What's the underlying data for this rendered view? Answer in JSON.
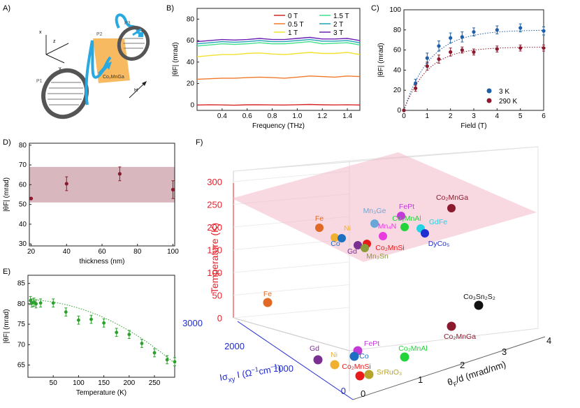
{
  "panel_labels": {
    "A": "A)",
    "B": "B)",
    "C": "C)",
    "D": "D)",
    "E": "E)",
    "F": "F)"
  },
  "schematic": {
    "axis_x": "x",
    "axis_y": "y",
    "axis_z": "z",
    "p1": "P1",
    "p2": "P2",
    "p3": "P3",
    "sample": "Co₂MnGa",
    "field": "H",
    "colors": {
      "beam": "#29a9e0",
      "sample": "#f7b24f",
      "polarizer": "#555555"
    }
  },
  "colors": {
    "red_axis": "#e8202a",
    "blue_axis": "#1f2bd0",
    "plane": "#f3b9cb",
    "d_band": "#d1aab3",
    "e_series": "#2ca02c",
    "c_3k": "#1f5fa8",
    "c_290k": "#8b1a2e"
  },
  "chart_data": [
    {
      "id": "B",
      "type": "line",
      "xlabel": "Frequency (THz)",
      "ylabel": "|θF| (mrad)",
      "xlim": [
        0.2,
        1.5
      ],
      "ylim": [
        -5,
        90
      ],
      "xticks": [
        0.4,
        0.6,
        0.8,
        1.0,
        1.2,
        1.4
      ],
      "yticks": [
        0,
        20,
        40,
        60,
        80
      ],
      "legend_position": "top",
      "x": [
        0.2,
        0.3,
        0.4,
        0.5,
        0.6,
        0.7,
        0.8,
        0.9,
        1.0,
        1.1,
        1.2,
        1.3,
        1.4,
        1.5
      ],
      "series": [
        {
          "name": "0 T",
          "color": "#d62728",
          "values": [
            0,
            0.3,
            0.1,
            -0.2,
            0.2,
            0.3,
            0.1,
            0,
            0.3,
            0.5,
            0.2,
            0.1,
            0.3,
            0
          ]
        },
        {
          "name": "0.5 T",
          "color": "#f07a2a",
          "values": [
            24,
            24.5,
            25,
            25,
            25.5,
            26,
            25.5,
            25,
            26,
            27,
            26.5,
            26,
            27,
            26.5
          ]
        },
        {
          "name": "1 T",
          "color": "#f2e230",
          "values": [
            45,
            46,
            47,
            47,
            48,
            48.5,
            47.5,
            47,
            48,
            49,
            48,
            48,
            49,
            47
          ]
        },
        {
          "name": "1.5 T",
          "color": "#3fe08a",
          "values": [
            55,
            56,
            57,
            56.5,
            57,
            58,
            57,
            57,
            58,
            59,
            57,
            57.5,
            58,
            56
          ]
        },
        {
          "name": "2 T",
          "color": "#1fa3b5",
          "values": [
            57,
            58,
            59,
            58.5,
            59,
            60,
            59,
            59,
            60,
            61,
            59.5,
            59.5,
            60,
            58
          ]
        },
        {
          "name": "3 T",
          "color": "#6a1fb5",
          "values": [
            59,
            60,
            61,
            60.5,
            61,
            62,
            61,
            61,
            62,
            63,
            61.5,
            61.5,
            62,
            60
          ]
        }
      ]
    },
    {
      "id": "C",
      "type": "scatter",
      "xlabel": "Field (T)",
      "ylabel": "|θF| (mrad)",
      "xlim": [
        0,
        6
      ],
      "ylim": [
        0,
        100
      ],
      "xticks": [
        0,
        1,
        2,
        3,
        4,
        5,
        6
      ],
      "yticks": [
        0,
        20,
        40,
        60,
        80,
        100
      ],
      "legend_position": "bottom-right",
      "fit": "dotted saturation curve",
      "series": [
        {
          "name": "3 K",
          "color": "#1f5fa8",
          "x": [
            0,
            0.5,
            1,
            1.5,
            2,
            2.5,
            3,
            4,
            5,
            6
          ],
          "values": [
            0,
            27,
            52,
            64,
            72,
            73,
            78,
            80,
            82,
            79
          ],
          "err": [
            0,
            4,
            5,
            5,
            5,
            5,
            4,
            4,
            4,
            4
          ]
        },
        {
          "name": "290 K",
          "color": "#8b1a2e",
          "x": [
            0,
            0.5,
            1,
            1.5,
            2,
            2.5,
            3,
            4,
            5,
            6
          ],
          "values": [
            0,
            22,
            44,
            51,
            58,
            60,
            58,
            61,
            62,
            62
          ],
          "err": [
            0,
            3,
            4,
            4,
            4,
            3,
            3,
            3,
            3,
            3
          ]
        }
      ]
    },
    {
      "id": "D",
      "type": "scatter",
      "xlabel": "thickness (nm)",
      "ylabel": "|θF| (mrad)",
      "xlim": [
        19,
        101
      ],
      "ylim": [
        29,
        81
      ],
      "xticks": [
        20,
        40,
        60,
        80,
        100
      ],
      "yticks": [
        30,
        40,
        50,
        60,
        70,
        80
      ],
      "band": [
        51,
        69
      ],
      "color": "#8b1a2e",
      "x": [
        20,
        40,
        70,
        100
      ],
      "values": [
        53,
        60.5,
        65.5,
        57.5
      ],
      "err": [
        0.5,
        3.5,
        3.5,
        4.5
      ]
    },
    {
      "id": "E",
      "type": "scatter",
      "xlabel": "Temperature (K)",
      "ylabel": "|θF| (mrad)",
      "xlim": [
        0,
        290
      ],
      "ylim": [
        62,
        87
      ],
      "xticks": [
        50,
        100,
        150,
        200,
        250
      ],
      "yticks": [
        65,
        70,
        75,
        80,
        85
      ],
      "color": "#2ca02c",
      "fit": "dotted trend line",
      "x": [
        5,
        8,
        12,
        16,
        25,
        50,
        75,
        100,
        125,
        150,
        175,
        200,
        225,
        250,
        275,
        290
      ],
      "values": [
        80.8,
        80.2,
        80.4,
        80,
        80.2,
        80.2,
        78,
        76,
        76.2,
        75.3,
        73,
        72.5,
        70.3,
        68,
        66.3,
        65.8
      ],
      "err": [
        1,
        1,
        1,
        1,
        1,
        1,
        1,
        1,
        1,
        1,
        1,
        1,
        1,
        1,
        1,
        1
      ]
    },
    {
      "id": "F",
      "type": "scatter",
      "axes_3d": true,
      "xlabel": "θF/d (mrad/nm)",
      "ylabel": "|σxy| (Ω⁻¹cm⁻¹)",
      "zlabel": "Temperature (K)",
      "z_ticks": [
        0,
        50,
        100,
        150,
        200,
        250,
        300
      ],
      "x_ticks": [
        1,
        2,
        3,
        4
      ],
      "y_ticks": [
        0,
        1000,
        2000,
        3000
      ],
      "labels": {
        "z_label": "Temperature (K)",
        "x_label_main": "θ",
        "x_label_sub": "F",
        "x_label_tail": "/d (mrad/nm)",
        "y_label_main": "Iσ",
        "y_label_sub": "xy",
        "y_label_tail": " I (Ω",
        "y_label_sup": "−1",
        "y_label_end": "cm",
        "z_ticks": [
          "0",
          "50",
          "100",
          "150",
          "200",
          "250",
          "300"
        ],
        "x_ticks": [
          "1",
          "2",
          "3",
          "4"
        ],
        "y_ticks": [
          "0",
          "1000",
          "2000",
          "3000"
        ],
        "x_zero": "0"
      },
      "points": [
        {
          "name": "Co2MnGa",
          "label": "Co₂MnGa",
          "color": "#8b1a2e",
          "layer": "upper"
        },
        {
          "name": "Mn3Ge",
          "label": "Mn₃Ge",
          "color": "#6aa7d8",
          "layer": "upper"
        },
        {
          "name": "FePt",
          "label": "FePt",
          "color": "#c23bd6",
          "layer": "upper"
        },
        {
          "name": "Co2MnAl",
          "label": "Co₂MnAl",
          "color": "#22d43a",
          "layer": "upper"
        },
        {
          "name": "GdFe",
          "label": "GdFe",
          "color": "#22d3e6",
          "layer": "upper"
        },
        {
          "name": "DyCo5",
          "label": "DyCo₅",
          "color": "#2030d0",
          "layer": "upper"
        },
        {
          "name": "Mn4N",
          "label": "Mn₄N",
          "color": "#e93ae0",
          "layer": "upper"
        },
        {
          "name": "Fe",
          "label": "Fe",
          "color": "#e06a25",
          "layer": "upper"
        },
        {
          "name": "Ni",
          "label": "Ni",
          "color": "#f0b030",
          "layer": "upper"
        },
        {
          "name": "Co",
          "label": "Co",
          "color": "#1d6fc2",
          "layer": "upper"
        },
        {
          "name": "Gd",
          "label": "Gd",
          "color": "#7a2f93",
          "layer": "upper"
        },
        {
          "name": "Co2MnSi",
          "label": "Co₂MnSi",
          "color": "#e81a1a",
          "layer": "upper"
        },
        {
          "name": "Mn3Sn",
          "label": "Mn₃Sn",
          "color": "#8a9a3a",
          "layer": "upper"
        },
        {
          "name": "Fe-low",
          "label": "Fe",
          "color": "#e06a25",
          "layer": "lower"
        },
        {
          "name": "Co3Sn2S2",
          "label": "Co₃Sn₂S₂",
          "color": "#111111",
          "layer": "lower"
        },
        {
          "name": "Co2MnGa-low",
          "label": "Co₂MnGa",
          "color": "#8b1a2e",
          "layer": "lower"
        },
        {
          "name": "Gd-floor",
          "label": "Gd",
          "color": "#7a2f93",
          "layer": "floor"
        },
        {
          "name": "Ni-floor",
          "label": "Ni",
          "color": "#f0b030",
          "layer": "floor"
        },
        {
          "name": "FePt-floor",
          "label": "FePt",
          "color": "#c23bd6",
          "layer": "floor"
        },
        {
          "name": "Co-floor",
          "label": "Co",
          "color": "#1d6fc2",
          "layer": "floor"
        },
        {
          "name": "Co2MnSi-floor",
          "label": "Co₂MnSi",
          "color": "#e81a1a",
          "layer": "floor"
        },
        {
          "name": "SrRuO3-floor",
          "label": "SrRuO₃",
          "color": "#b7a42a",
          "layer": "floor"
        },
        {
          "name": "Co2MnAl-floor",
          "label": "Co₂MnAl",
          "color": "#22d43a",
          "layer": "floor"
        }
      ]
    }
  ]
}
